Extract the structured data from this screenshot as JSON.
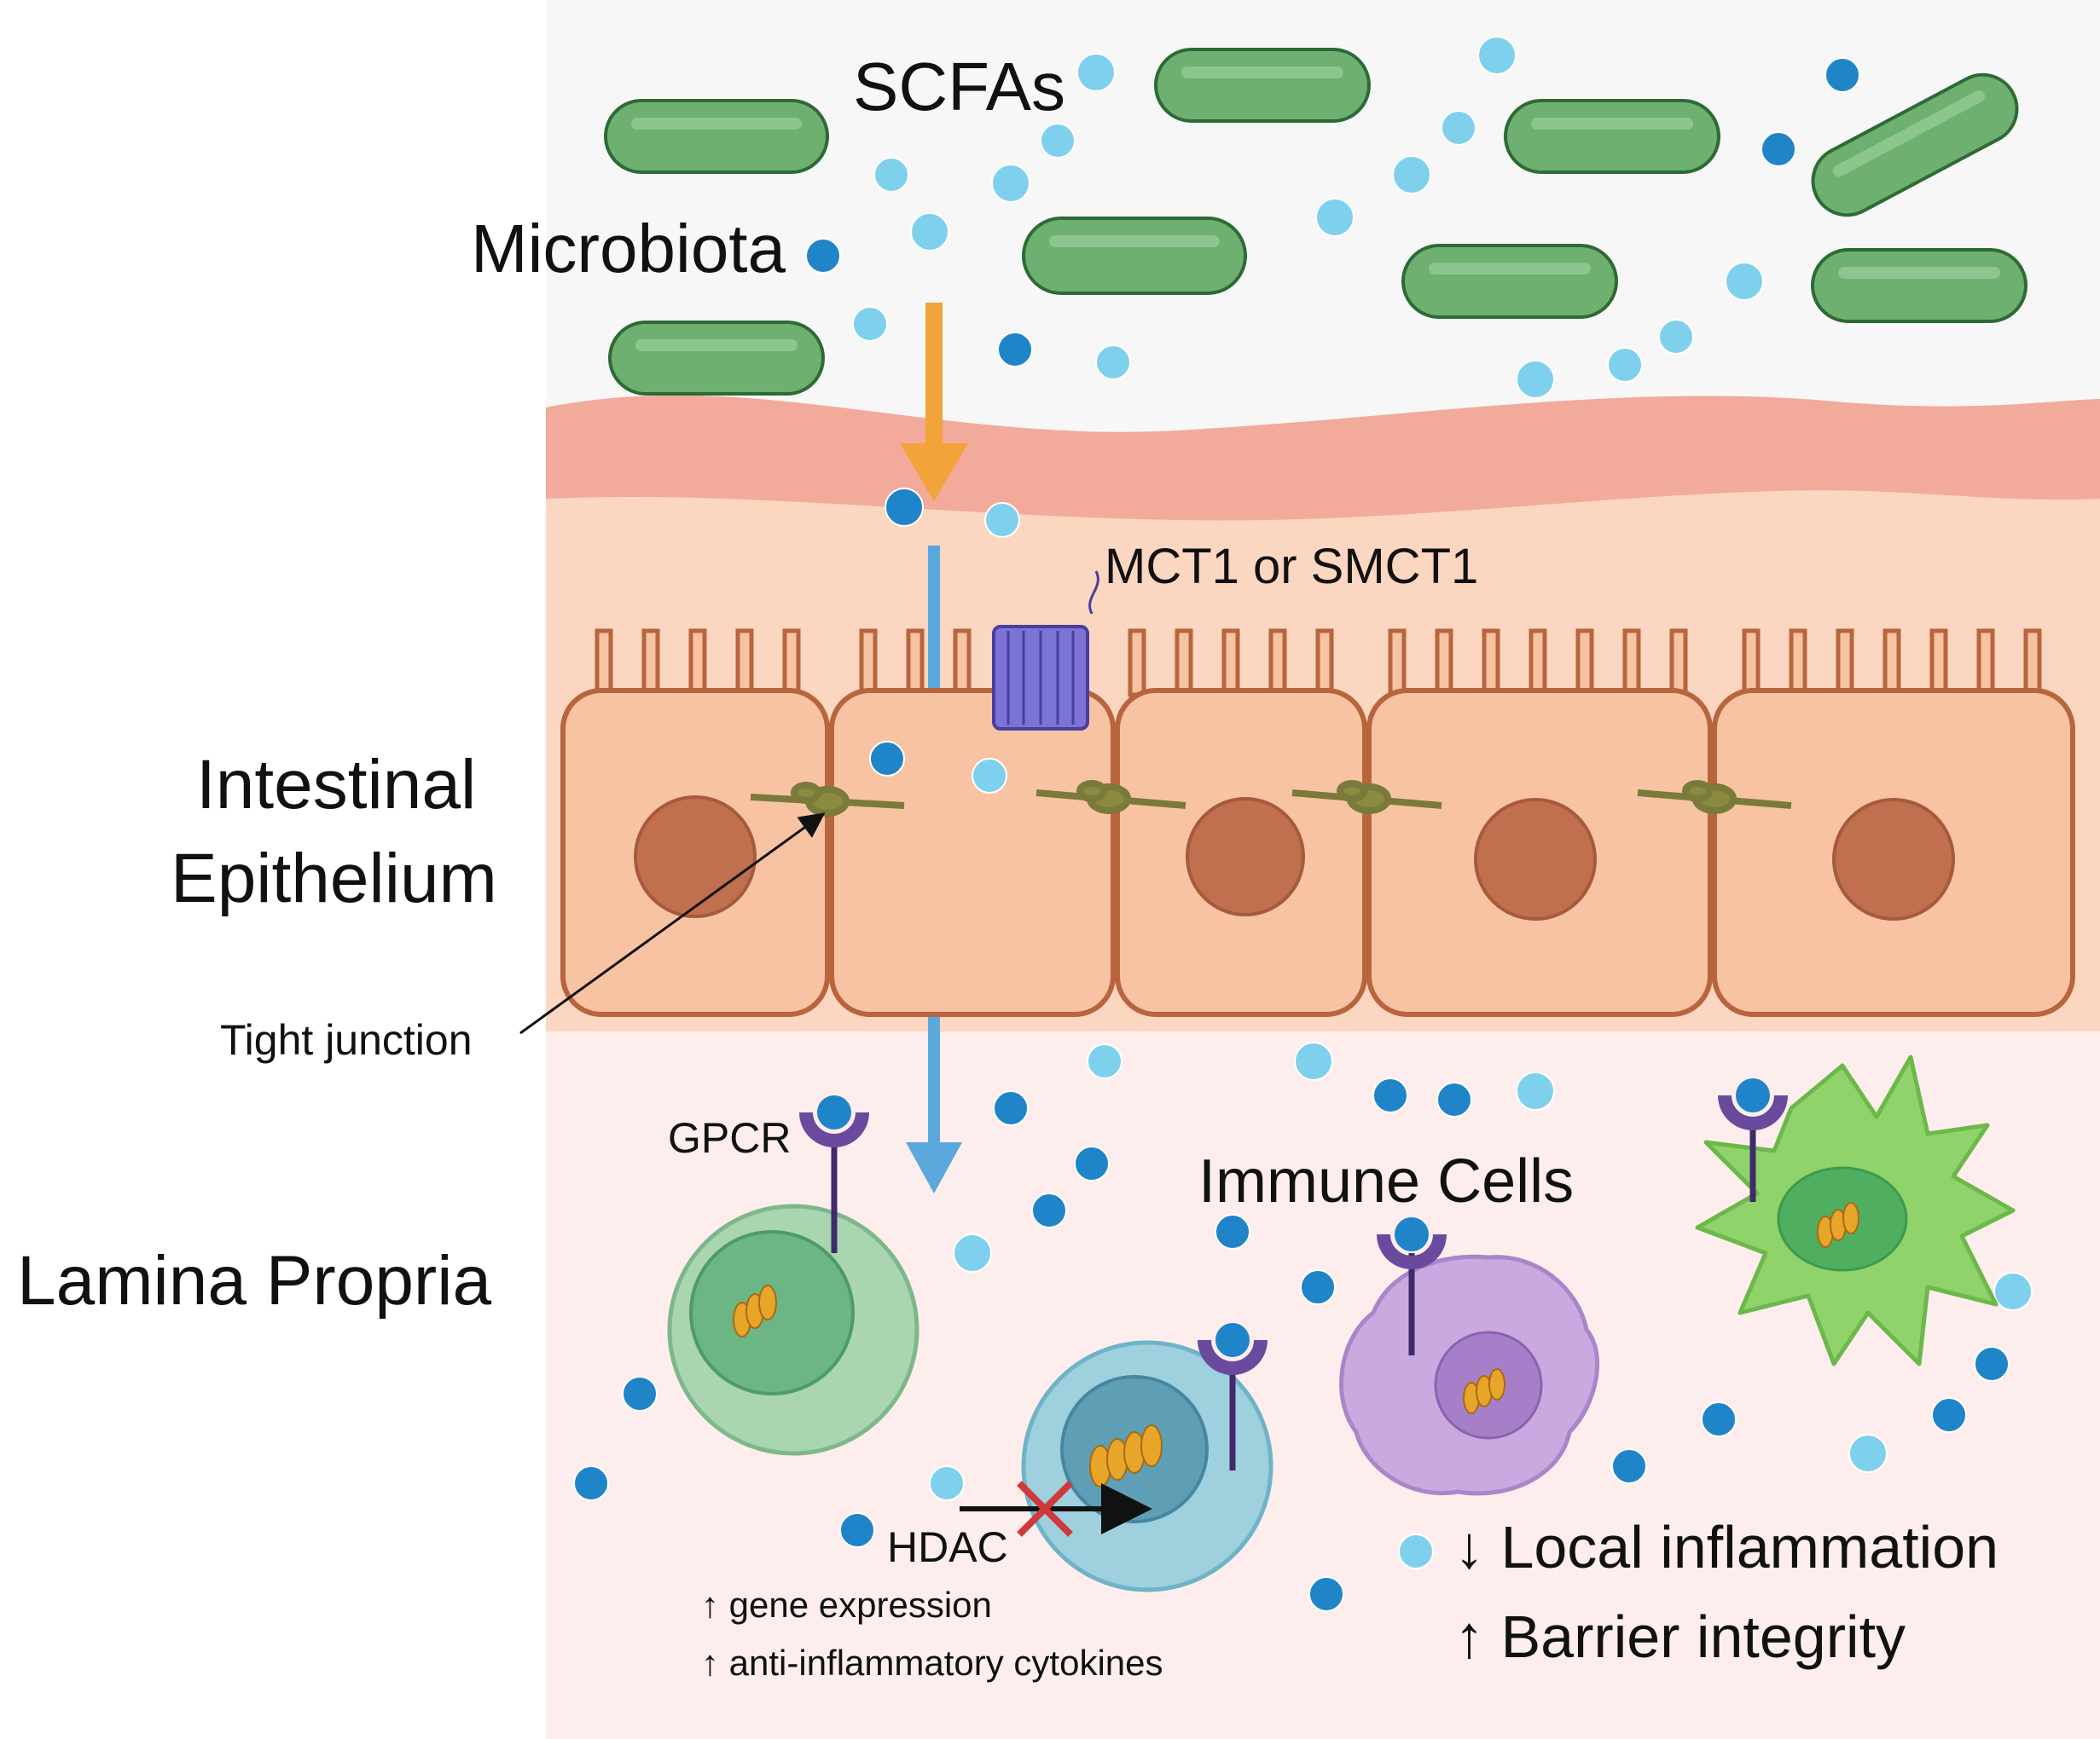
{
  "labels": {
    "scfas": "SCFAs",
    "microbiota": "Microbiota",
    "transporter": "MCT1 or SMCT1",
    "epithelium_line1": "Intestinal",
    "epithelium_line2": "Epithelium",
    "tight_junction": "Tight junction",
    "gpcr": "GPCR",
    "immune_cells": "Immune Cells",
    "lamina_propria": "Lamina Propria",
    "hdac": "HDAC",
    "gene_expression": "↑ gene expression",
    "cytokines": "↑ anti-inflammatory cytokines",
    "local_inflammation": "↓ Local inflammation",
    "barrier_integrity": "↑ Barrier integrity"
  },
  "colors": {
    "lumen_bg": "#f7f7f8",
    "mucus": "#f2aa9a",
    "epithelium_bg": "#fbd6c0",
    "cell_fill": "#f8c3a3",
    "cell_border": "#b8653e",
    "nucleus": "#c0704e",
    "lamina_bg": "#fdeeed",
    "bacteria": "#6db070",
    "scfa_dark": "#1f84c8",
    "scfa_light": "#7fd0ec",
    "flow_arrow_lumen": "#f2a33a",
    "flow_arrow_tissue": "#5aa8dc",
    "receptor": "#6a4a9c",
    "inhibit_cross": "#d0393a"
  },
  "icons": {
    "bacteria": "rod-bacterium-icon",
    "scfa": "molecule-dot-icon",
    "transporter": "membrane-transporter-icon",
    "receptor": "gpcr-receptor-icon",
    "dna": "chromatin-icon",
    "inhibition": "red-x-icon"
  }
}
